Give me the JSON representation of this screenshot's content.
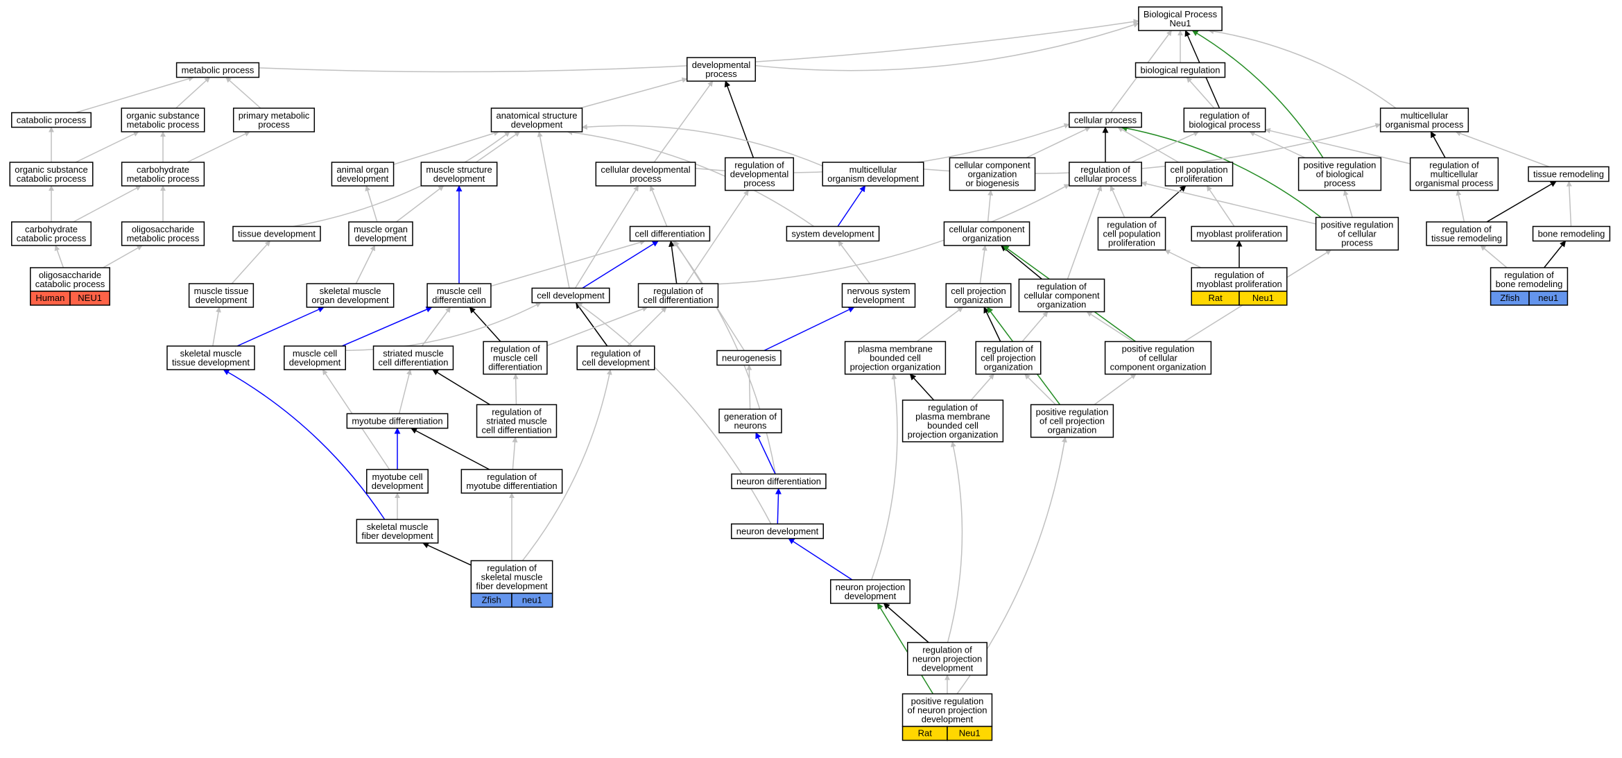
{
  "colors": {
    "is_a": "#c0c0c0",
    "regulates": "#000000",
    "part_of": "#0000ff",
    "positively_regulates": "#228b22",
    "human": "#ff6347",
    "zfish": "#6495ed",
    "rat": "#ffd700"
  },
  "nodes": [
    {
      "id": "bp",
      "label": "Biological Process\nNeu1"
    },
    {
      "id": "metabolic",
      "label": "metabolic process"
    },
    {
      "id": "devproc",
      "label": "developmental\nprocess"
    },
    {
      "id": "bioreg",
      "label": "biological regulation"
    },
    {
      "id": "catabolic",
      "label": "catabolic process"
    },
    {
      "id": "orgsub_met",
      "label": "organic substance\nmetabolic process"
    },
    {
      "id": "primary_met",
      "label": "primary metabolic\nprocess"
    },
    {
      "id": "anat_dev",
      "label": "anatomical structure\ndevelopment"
    },
    {
      "id": "cellular",
      "label": "cellular process"
    },
    {
      "id": "reg_bio",
      "label": "regulation of\nbiological process"
    },
    {
      "id": "multi_org",
      "label": "multicellular\norganismal process"
    },
    {
      "id": "orgsub_cat",
      "label": "organic substance\ncatabolic process"
    },
    {
      "id": "carb_met",
      "label": "carbohydrate\nmetabolic process"
    },
    {
      "id": "animal_organ",
      "label": "animal organ\ndevelopment"
    },
    {
      "id": "muscle_struct",
      "label": "muscle structure\ndevelopment"
    },
    {
      "id": "cell_devproc",
      "label": "cellular developmental\nprocess"
    },
    {
      "id": "reg_dev",
      "label": "regulation of\ndevelopmental\nprocess"
    },
    {
      "id": "multi_org_dev",
      "label": "multicellular\norganism development"
    },
    {
      "id": "cc_org_bio",
      "label": "cellular component\norganization\nor biogenesis"
    },
    {
      "id": "reg_cellular",
      "label": "regulation of\ncellular process"
    },
    {
      "id": "cell_pop_prolif",
      "label": "cell population\nproliferation"
    },
    {
      "id": "pos_reg_bio",
      "label": "positive regulation\nof biological\nprocess"
    },
    {
      "id": "reg_multi_org",
      "label": "regulation of\nmulticellular\norganismal process"
    },
    {
      "id": "tissue_remod",
      "label": "tissue remodeling"
    },
    {
      "id": "carb_cat",
      "label": "carbohydrate\ncatabolic process"
    },
    {
      "id": "oligo_met",
      "label": "oligosaccharide\nmetabolic process"
    },
    {
      "id": "tissue_dev",
      "label": "tissue development"
    },
    {
      "id": "muscle_organ",
      "label": "muscle organ\ndevelopment"
    },
    {
      "id": "cell_diff",
      "label": "cell differentiation"
    },
    {
      "id": "system_dev",
      "label": "system development"
    },
    {
      "id": "cc_org",
      "label": "cellular component\norganization"
    },
    {
      "id": "reg_cell_pop",
      "label": "regulation of\ncell population\nproliferation"
    },
    {
      "id": "myoblast_prolif",
      "label": "myoblast proliferation"
    },
    {
      "id": "pos_reg_cell",
      "label": "positive regulation\nof cellular\nprocess"
    },
    {
      "id": "reg_tissue_remod",
      "label": "regulation of\ntissue remodeling"
    },
    {
      "id": "bone_remod",
      "label": "bone remodeling"
    },
    {
      "id": "oligo_cat",
      "label": "oligosaccharide\ncatabolic process",
      "annotations": [
        {
          "species": "Human",
          "gene": "NEU1",
          "color": "#ff6347"
        }
      ]
    },
    {
      "id": "muscle_tissue",
      "label": "muscle tissue\ndevelopment"
    },
    {
      "id": "skel_organ",
      "label": "skeletal muscle\norgan development"
    },
    {
      "id": "muscle_cell_diff",
      "label": "muscle cell\ndifferentiation"
    },
    {
      "id": "cell_dev",
      "label": "cell development"
    },
    {
      "id": "reg_cell_diff",
      "label": "regulation of\ncell differentiation"
    },
    {
      "id": "nervous_dev",
      "label": "nervous system\ndevelopment"
    },
    {
      "id": "cell_proj_org",
      "label": "cell projection\norganization"
    },
    {
      "id": "reg_cc_org",
      "label": "regulation of\ncellular component\norganization"
    },
    {
      "id": "reg_myoblast",
      "label": "regulation of\nmyoblast proliferation",
      "annotations": [
        {
          "species": "Rat",
          "gene": "Neu1",
          "color": "#ffd700"
        }
      ]
    },
    {
      "id": "reg_bone_remod",
      "label": "regulation of\nbone remodeling",
      "annotations": [
        {
          "species": "Zfish",
          "gene": "neu1",
          "color": "#6495ed"
        }
      ]
    },
    {
      "id": "skel_tissue",
      "label": "skeletal muscle\ntissue development"
    },
    {
      "id": "muscle_cell_dev",
      "label": "muscle cell\ndevelopment"
    },
    {
      "id": "striated_diff",
      "label": "striated muscle\ncell differentiation"
    },
    {
      "id": "reg_muscle_diff",
      "label": "regulation of\nmuscle cell\ndifferentiation"
    },
    {
      "id": "reg_cell_dev",
      "label": "regulation of\ncell development"
    },
    {
      "id": "neurogenesis",
      "label": "neurogenesis"
    },
    {
      "id": "pm_proj_org",
      "label": "plasma membrane\nbounded cell\nprojection organization"
    },
    {
      "id": "reg_proj_org",
      "label": "regulation of\ncell projection\norganization"
    },
    {
      "id": "pos_reg_cc_org",
      "label": "positive regulation\nof cellular\ncomponent organization"
    },
    {
      "id": "myotube_diff",
      "label": "myotube differentiation"
    },
    {
      "id": "reg_striated",
      "label": "regulation of\nstriated muscle\ncell differentiation"
    },
    {
      "id": "gen_neurons",
      "label": "generation of\nneurons"
    },
    {
      "id": "reg_pm_proj",
      "label": "regulation of\nplasma membrane\nbounded cell\nprojection organization"
    },
    {
      "id": "pos_reg_proj",
      "label": "positive regulation\nof cell projection\norganization"
    },
    {
      "id": "myotube_cell_dev",
      "label": "myotube cell\ndevelopment"
    },
    {
      "id": "reg_myotube",
      "label": "regulation of\nmyotube differentiation"
    },
    {
      "id": "neuron_diff",
      "label": "neuron differentiation"
    },
    {
      "id": "skel_fiber",
      "label": "skeletal muscle\nfiber development"
    },
    {
      "id": "neuron_dev",
      "label": "neuron development"
    },
    {
      "id": "reg_skel_fiber",
      "label": "regulation of\nskeletal muscle\nfiber development",
      "annotations": [
        {
          "species": "Zfish",
          "gene": "neu1",
          "color": "#6495ed"
        }
      ]
    },
    {
      "id": "neuron_proj_dev",
      "label": "neuron projection\ndevelopment"
    },
    {
      "id": "reg_neuron_proj",
      "label": "regulation of\nneuron projection\ndevelopment"
    },
    {
      "id": "pos_reg_neuron_proj",
      "label": "positive regulation\nof neuron projection\ndevelopment",
      "annotations": [
        {
          "species": "Rat",
          "gene": "Neu1",
          "color": "#ffd700"
        }
      ]
    }
  ],
  "edges": [
    {
      "from": "metabolic",
      "to": "bp",
      "type": "is_a"
    },
    {
      "from": "devproc",
      "to": "bp",
      "type": "is_a"
    },
    {
      "from": "bioreg",
      "to": "bp",
      "type": "is_a"
    },
    {
      "from": "cellular",
      "to": "bp",
      "type": "is_a"
    },
    {
      "from": "reg_bio",
      "to": "bp",
      "type": "regulates"
    },
    {
      "from": "pos_reg_bio",
      "to": "bp",
      "type": "positively_regulates"
    },
    {
      "from": "multi_org",
      "to": "bp",
      "type": "is_a"
    },
    {
      "from": "reg_bio",
      "to": "bioreg",
      "type": "is_a"
    },
    {
      "from": "catabolic",
      "to": "metabolic",
      "type": "is_a"
    },
    {
      "from": "orgsub_met",
      "to": "metabolic",
      "type": "is_a"
    },
    {
      "from": "primary_met",
      "to": "metabolic",
      "type": "is_a"
    },
    {
      "from": "anat_dev",
      "to": "devproc",
      "type": "is_a"
    },
    {
      "from": "cell_devproc",
      "to": "devproc",
      "type": "is_a"
    },
    {
      "from": "reg_dev",
      "to": "devproc",
      "type": "regulates"
    },
    {
      "from": "orgsub_cat",
      "to": "catabolic",
      "type": "is_a"
    },
    {
      "from": "orgsub_cat",
      "to": "orgsub_met",
      "type": "is_a"
    },
    {
      "from": "carb_met",
      "to": "orgsub_met",
      "type": "is_a"
    },
    {
      "from": "carb_met",
      "to": "primary_met",
      "type": "is_a"
    },
    {
      "from": "carb_cat",
      "to": "orgsub_cat",
      "type": "is_a"
    },
    {
      "from": "carb_cat",
      "to": "carb_met",
      "type": "is_a"
    },
    {
      "from": "oligo_met",
      "to": "carb_met",
      "type": "is_a"
    },
    {
      "from": "oligo_cat",
      "to": "carb_cat",
      "type": "is_a"
    },
    {
      "from": "oligo_cat",
      "to": "oligo_met",
      "type": "is_a"
    },
    {
      "from": "animal_organ",
      "to": "anat_dev",
      "type": "is_a"
    },
    {
      "from": "muscle_struct",
      "to": "anat_dev",
      "type": "is_a"
    },
    {
      "from": "multi_org_dev",
      "to": "anat_dev",
      "type": "is_a"
    },
    {
      "from": "tissue_dev",
      "to": "anat_dev",
      "type": "is_a"
    },
    {
      "from": "cell_dev",
      "to": "anat_dev",
      "type": "is_a"
    },
    {
      "from": "system_dev",
      "to": "anat_dev",
      "type": "is_a"
    },
    {
      "from": "cell_devproc",
      "to": "cellular",
      "type": "is_a"
    },
    {
      "from": "reg_cellular",
      "to": "cellular",
      "type": "regulates"
    },
    {
      "from": "cc_org_bio",
      "to": "cellular",
      "type": "is_a"
    },
    {
      "from": "cell_pop_prolif",
      "to": "cellular",
      "type": "is_a"
    },
    {
      "from": "pos_reg_cell",
      "to": "cellular",
      "type": "positively_regulates"
    },
    {
      "from": "reg_cellular",
      "to": "reg_bio",
      "type": "is_a"
    },
    {
      "from": "pos_reg_bio",
      "to": "reg_bio",
      "type": "is_a"
    },
    {
      "from": "reg_multi_org",
      "to": "reg_bio",
      "type": "is_a"
    },
    {
      "from": "multi_org_dev",
      "to": "multi_org",
      "type": "is_a"
    },
    {
      "from": "reg_multi_org",
      "to": "multi_org",
      "type": "regulates"
    },
    {
      "from": "tissue_remod",
      "to": "multi_org",
      "type": "is_a"
    },
    {
      "from": "muscle_organ",
      "to": "animal_organ",
      "type": "is_a"
    },
    {
      "from": "muscle_organ",
      "to": "muscle_struct",
      "type": "is_a"
    },
    {
      "from": "muscle_cell_diff",
      "to": "muscle_struct",
      "type": "part_of"
    },
    {
      "from": "cell_diff",
      "to": "cell_devproc",
      "type": "is_a"
    },
    {
      "from": "cell_dev",
      "to": "cell_devproc",
      "type": "is_a"
    },
    {
      "from": "reg_cell_diff",
      "to": "reg_dev",
      "type": "is_a"
    },
    {
      "from": "system_dev",
      "to": "multi_org_dev",
      "type": "part_of"
    },
    {
      "from": "cc_org",
      "to": "cc_org_bio",
      "type": "is_a"
    },
    {
      "from": "reg_cell_pop",
      "to": "cell_pop_prolif",
      "type": "regulates"
    },
    {
      "from": "myoblast_prolif",
      "to": "cell_pop_prolif",
      "type": "is_a"
    },
    {
      "from": "reg_cell_pop",
      "to": "reg_cellular",
      "type": "is_a"
    },
    {
      "from": "pos_reg_cell",
      "to": "reg_cellular",
      "type": "is_a"
    },
    {
      "from": "reg_cell_diff",
      "to": "reg_cellular",
      "type": "is_a"
    },
    {
      "from": "pos_reg_cell",
      "to": "pos_reg_bio",
      "type": "is_a"
    },
    {
      "from": "reg_tissue_remod",
      "to": "reg_multi_org",
      "type": "is_a"
    },
    {
      "from": "reg_tissue_remod",
      "to": "tissue_remod",
      "type": "regulates"
    },
    {
      "from": "bone_remod",
      "to": "tissue_remod",
      "type": "is_a"
    },
    {
      "from": "muscle_tissue",
      "to": "tissue_dev",
      "type": "is_a"
    },
    {
      "from": "skel_organ",
      "to": "muscle_organ",
      "type": "is_a"
    },
    {
      "from": "muscle_cell_diff",
      "to": "cell_diff",
      "type": "is_a"
    },
    {
      "from": "cell_dev",
      "to": "cell_diff",
      "type": "part_of"
    },
    {
      "from": "reg_cell_diff",
      "to": "cell_diff",
      "type": "regulates"
    },
    {
      "from": "neurogenesis",
      "to": "cell_diff",
      "type": "is_a"
    },
    {
      "from": "neuron_diff",
      "to": "cell_diff",
      "type": "is_a"
    },
    {
      "from": "nervous_dev",
      "to": "system_dev",
      "type": "is_a"
    },
    {
      "from": "reg_cc_org",
      "to": "cc_org",
      "type": "regulates"
    },
    {
      "from": "cell_proj_org",
      "to": "cc_org",
      "type": "is_a"
    },
    {
      "from": "pos_reg_cc_org",
      "to": "cc_org",
      "type": "positively_regulates"
    },
    {
      "from": "reg_myoblast",
      "to": "reg_cell_pop",
      "type": "is_a"
    },
    {
      "from": "reg_myoblast",
      "to": "myoblast_prolif",
      "type": "regulates"
    },
    {
      "from": "pos_reg_cc_org",
      "to": "pos_reg_cell",
      "type": "is_a"
    },
    {
      "from": "reg_bone_remod",
      "to": "reg_tissue_remod",
      "type": "is_a"
    },
    {
      "from": "reg_bone_remod",
      "to": "bone_remod",
      "type": "regulates"
    },
    {
      "from": "skel_tissue",
      "to": "muscle_tissue",
      "type": "is_a"
    },
    {
      "from": "skel_tissue",
      "to": "skel_organ",
      "type": "part_of"
    },
    {
      "from": "muscle_cell_dev",
      "to": "muscle_cell_diff",
      "type": "part_of"
    },
    {
      "from": "striated_diff",
      "to": "muscle_cell_diff",
      "type": "is_a"
    },
    {
      "from": "reg_muscle_diff",
      "to": "muscle_cell_diff",
      "type": "regulates"
    },
    {
      "from": "reg_cell_dev",
      "to": "cell_dev",
      "type": "regulates"
    },
    {
      "from": "reg_muscle_diff",
      "to": "reg_cell_diff",
      "type": "is_a"
    },
    {
      "from": "reg_cell_dev",
      "to": "reg_cell_diff",
      "type": "is_a"
    },
    {
      "from": "neurogenesis",
      "to": "nervous_dev",
      "type": "part_of"
    },
    {
      "from": "reg_cc_org",
      "to": "reg_cellular",
      "type": "is_a"
    },
    {
      "from": "reg_proj_org",
      "to": "cell_proj_org",
      "type": "regulates"
    },
    {
      "from": "pm_proj_org",
      "to": "cell_proj_org",
      "type": "is_a"
    },
    {
      "from": "pos_reg_proj",
      "to": "cell_proj_org",
      "type": "positively_regulates"
    },
    {
      "from": "reg_proj_org",
      "to": "reg_cc_org",
      "type": "is_a"
    },
    {
      "from": "pos_reg_cc_org",
      "to": "reg_cc_org",
      "type": "is_a"
    },
    {
      "from": "muscle_cell_dev",
      "to": "cell_dev",
      "type": "is_a"
    },
    {
      "from": "myotube_diff",
      "to": "striated_diff",
      "type": "is_a"
    },
    {
      "from": "reg_striated",
      "to": "striated_diff",
      "type": "regulates"
    },
    {
      "from": "reg_striated",
      "to": "reg_muscle_diff",
      "type": "is_a"
    },
    {
      "from": "gen_neurons",
      "to": "neurogenesis",
      "type": "is_a"
    },
    {
      "from": "reg_pm_proj",
      "to": "pm_proj_org",
      "type": "regulates"
    },
    {
      "from": "reg_pm_proj",
      "to": "reg_proj_org",
      "type": "is_a"
    },
    {
      "from": "pos_reg_proj",
      "to": "reg_proj_org",
      "type": "is_a"
    },
    {
      "from": "pos_reg_proj",
      "to": "pos_reg_cc_org",
      "type": "is_a"
    },
    {
      "from": "myotube_cell_dev",
      "to": "myotube_diff",
      "type": "part_of"
    },
    {
      "from": "reg_myotube",
      "to": "myotube_diff",
      "type": "regulates"
    },
    {
      "from": "reg_myotube",
      "to": "reg_striated",
      "type": "is_a"
    },
    {
      "from": "myotube_cell_dev",
      "to": "muscle_cell_dev",
      "type": "is_a"
    },
    {
      "from": "neuron_diff",
      "to": "gen_neurons",
      "type": "part_of"
    },
    {
      "from": "skel_fiber",
      "to": "myotube_cell_dev",
      "type": "is_a"
    },
    {
      "from": "skel_fiber",
      "to": "skel_tissue",
      "type": "part_of"
    },
    {
      "from": "neuron_dev",
      "to": "neuron_diff",
      "type": "part_of"
    },
    {
      "from": "neuron_dev",
      "to": "cell_dev",
      "type": "is_a"
    },
    {
      "from": "reg_skel_fiber",
      "to": "skel_fiber",
      "type": "regulates"
    },
    {
      "from": "reg_skel_fiber",
      "to": "reg_myotube",
      "type": "is_a"
    },
    {
      "from": "reg_skel_fiber",
      "to": "reg_cell_dev",
      "type": "is_a"
    },
    {
      "from": "neuron_proj_dev",
      "to": "neuron_dev",
      "type": "part_of"
    },
    {
      "from": "neuron_proj_dev",
      "to": "pm_proj_org",
      "type": "is_a"
    },
    {
      "from": "reg_neuron_proj",
      "to": "neuron_proj_dev",
      "type": "regulates"
    },
    {
      "from": "reg_neuron_proj",
      "to": "reg_pm_proj",
      "type": "is_a"
    },
    {
      "from": "pos_reg_neuron_proj",
      "to": "reg_neuron_proj",
      "type": "is_a"
    },
    {
      "from": "pos_reg_neuron_proj",
      "to": "neuron_proj_dev",
      "type": "positively_regulates"
    },
    {
      "from": "pos_reg_neuron_proj",
      "to": "pos_reg_proj",
      "type": "is_a"
    }
  ]
}
